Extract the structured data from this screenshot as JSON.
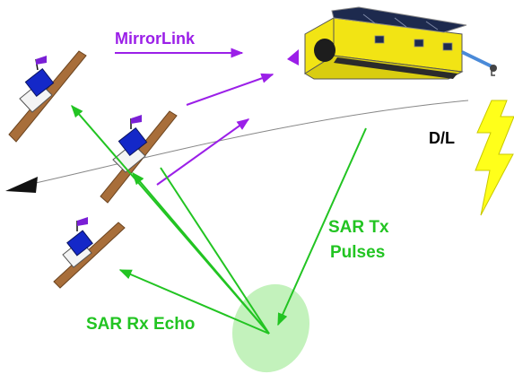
{
  "labels": {
    "mirrorlink": "MirrorLink",
    "downlink": "D/L",
    "sar_tx_line1": "SAR Tx",
    "sar_tx_line2": "Pulses",
    "sar_rx": "SAR Rx Echo"
  },
  "colors": {
    "mirrorlink": "#9b1fe8",
    "sar": "#22c422",
    "downlink_text": "#000000",
    "lightning": "#ffff1a",
    "footprint": "#b8f0b0",
    "mirror_panel": "#a86e3a",
    "terminal_body": "#1428c8",
    "flag": "#7a1fd6",
    "satellite_body": "#f2e414",
    "satellite_panel": "#1d2a4e",
    "ground_track": "#888888"
  },
  "icons": [
    "mirror-terminal-icon",
    "satellite-icon",
    "lightning-icon",
    "footprint-ellipse"
  ]
}
